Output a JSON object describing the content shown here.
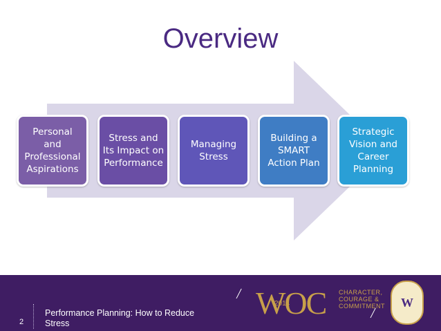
{
  "slide": {
    "title": "Overview",
    "steps": [
      {
        "label": "Personal\nand\nProfessional\nAspirations",
        "color": "#7b5ea7"
      },
      {
        "label": "Stress and\nIts Impact on\nPerformance",
        "color": "#6a4ea5"
      },
      {
        "label": "Managing\nStress",
        "color": "#5f56b8"
      },
      {
        "label": "Building a\nSMART\nAction Plan",
        "color": "#3f7dc4"
      },
      {
        "label": "Strategic\nVision and\nCareer\nPlanning",
        "color": "#2a9fd6"
      }
    ]
  },
  "footer": {
    "page_number": "2",
    "caption": "Performance Planning: How to Reduce\nStress",
    "logo_text": "WOC",
    "logo_year": "2014",
    "tagline": "CHARACTER,\nCOURAGE &\nCOMMITMENT",
    "badge_letter": "W"
  },
  "colors": {
    "title": "#4a2a82",
    "footer_bg": "#3f1d63",
    "arrow": "#dad6e8",
    "logo_gold": "#c8a04a"
  }
}
